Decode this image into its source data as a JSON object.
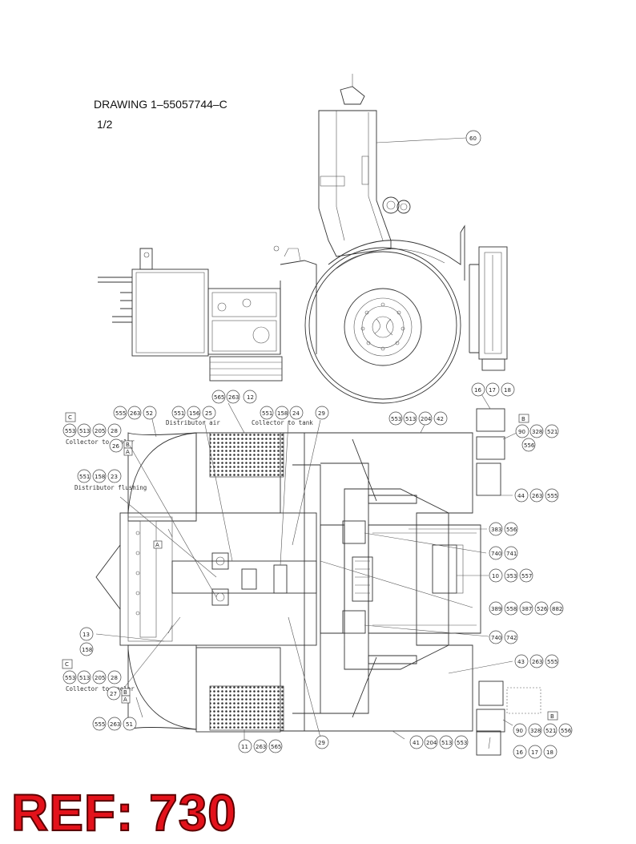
{
  "drawing": {
    "title": "DRAWING 1–55057744–C",
    "sheet": "1/2"
  },
  "ref_label": "REF: 730",
  "colors": {
    "ref_fill": "#e3121b",
    "line": "#333333"
  },
  "notes": {
    "distributor_air": "Distributor air",
    "collector_to_tank": "Collector to tank",
    "collector_to_cooler_top": "Collector to cooler",
    "distributor_flushing": "Distributor flushing",
    "collector_to_cooler_bottom": "Collector to cooler"
  },
  "boxes": {
    "c_top": "C",
    "b_top_a": "B",
    "a_top": "A",
    "b_right_top": "B",
    "c_bottom": "C",
    "b_bottom": "B",
    "a_bottom": "A",
    "b_right_bottom": "B",
    "small_a": "A"
  },
  "callouts": {
    "c60": "60",
    "c565a": "565",
    "c263a": "263",
    "c12": "12",
    "c555a": "555",
    "c263b": "263",
    "c52": "52",
    "c551a": "551",
    "c156": "156",
    "c25": "25",
    "c551b": "551",
    "c158a": "158",
    "c24": "24",
    "c29a": "29",
    "c553a": "553",
    "c513a": "513",
    "c204a": "204",
    "c42": "42",
    "c16a": "16",
    "c17a": "17",
    "c18a": "18",
    "c90a": "90",
    "c328a": "328",
    "c521a": "521",
    "c556a": "556",
    "c553b": "553",
    "c513b": "513",
    "c205a": "205",
    "c28a": "28",
    "c26": "26",
    "c551c": "551",
    "c158b": "158",
    "c23": "23",
    "c44": "44",
    "c263c": "263",
    "c555b": "555",
    "c383": "383",
    "c556b": "556",
    "c740a": "740",
    "c741": "741",
    "c10": "10",
    "c353": "353",
    "c557": "557",
    "c389": "389",
    "c558": "558",
    "c387": "387",
    "c526": "526",
    "c882": "882",
    "c13": "13",
    "c158c": "158",
    "c740b": "740",
    "c742": "742",
    "c43": "43",
    "c263d": "263",
    "c555c": "555",
    "c553c": "553",
    "c513c": "513",
    "c205b": "205",
    "c28b": "28",
    "c27": "27",
    "c555d": "555",
    "c263e": "263",
    "c51": "51",
    "c90b": "90",
    "c328b": "328",
    "c521b": "521",
    "c556c": "556",
    "c41": "41",
    "c204b": "204",
    "c513d": "513",
    "c553d": "553",
    "c11": "11",
    "c263f": "263",
    "c565b": "565",
    "c29b": "29",
    "c16b": "16",
    "c17b": "17",
    "c18b": "18"
  }
}
